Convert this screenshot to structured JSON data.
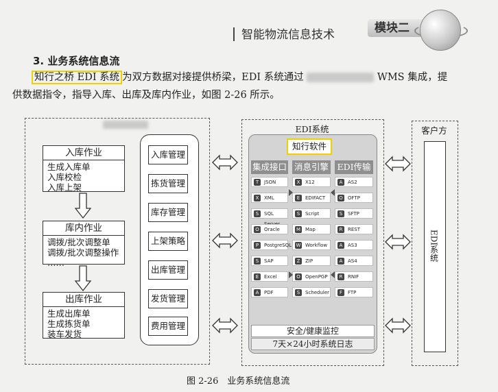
{
  "header": {
    "book_title": "智能物流信息技术",
    "module_badge": "模块二"
  },
  "section": {
    "number": "3.",
    "title": "业务系统信息流",
    "para_highlight": "知行之桥 EDI 系统",
    "para_part1": "为双方数据对接提供桥梁，EDI 系统通过",
    "para_part2": "WMS 集成，提",
    "para_line2": "供数据指令，指导入库、出库及库内作业，如图 2-26 所示。"
  },
  "left_panel": {
    "flows": [
      {
        "title": "入库作业",
        "items": [
          "生成入库单",
          "入库校检",
          "入库上架"
        ]
      },
      {
        "title": "库内作业",
        "items": [
          "调拨/批次调整单",
          "调拨/批次调整操作",
          "……"
        ]
      },
      {
        "title": "出库作业",
        "items": [
          "生成出库单",
          "生成拣货单",
          "装车发货"
        ]
      }
    ],
    "management": [
      "入库管理",
      "拣货管理",
      "库存管理",
      "上架策略",
      "出库管理",
      "发货管理",
      "费用管理"
    ]
  },
  "edi": {
    "title": "EDI系统",
    "software": "知行软件",
    "columns": [
      {
        "head": "集成接口",
        "tiles": [
          {
            "icon": "T",
            "label": "JSON"
          },
          {
            "icon": "X",
            "label": "XML"
          },
          {
            "icon": "S",
            "label": "SQL Server"
          },
          {
            "icon": "O",
            "label": "Oracle"
          },
          {
            "icon": "P",
            "label": "PostgreSQL"
          },
          {
            "icon": "S",
            "label": "SAP"
          },
          {
            "icon": "E",
            "label": "Excel"
          },
          {
            "icon": "A",
            "label": "PDF"
          }
        ]
      },
      {
        "head": "消息引擎",
        "tiles": [
          {
            "icon": "X",
            "label": "X12"
          },
          {
            "icon": "E",
            "label": "EDIFACT"
          },
          {
            "icon": "S",
            "label": "Script"
          },
          {
            "icon": "M",
            "label": "Map"
          },
          {
            "icon": "W",
            "label": "Workflow"
          },
          {
            "icon": "Z",
            "label": "ZIP"
          },
          {
            "icon": "O",
            "label": "OpenPGP"
          },
          {
            "icon": "S",
            "label": "Scheduler"
          }
        ]
      },
      {
        "head": "EDI传输",
        "tiles": [
          {
            "icon": "A",
            "label": "AS2"
          },
          {
            "icon": "O",
            "label": "OFTP"
          },
          {
            "icon": "S",
            "label": "SFTP"
          },
          {
            "icon": "R",
            "label": "REST"
          },
          {
            "icon": "A",
            "label": "AS3"
          },
          {
            "icon": "A",
            "label": "AS4"
          },
          {
            "icon": "R",
            "label": "RNIF"
          },
          {
            "icon": "F",
            "label": "FTP"
          }
        ]
      }
    ],
    "security": "安全/健康监控",
    "log": "7天×24小时系统日志"
  },
  "client": {
    "title": "客户方",
    "system": "EDI系统"
  },
  "caption": "图 2-26　业务系统信息流"
}
